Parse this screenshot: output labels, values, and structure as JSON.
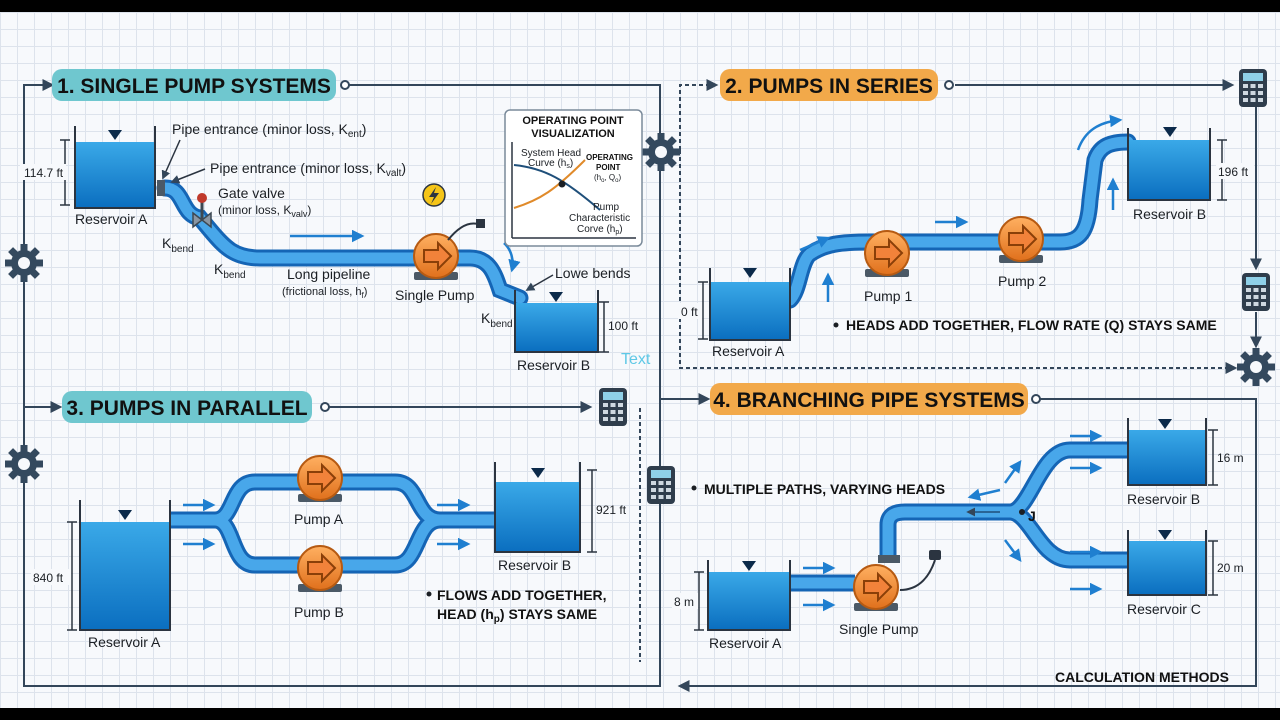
{
  "sections": {
    "s1": {
      "title": "1. SINGLE PUMP SYSTEMS",
      "color": "#6fc7cf"
    },
    "s2": {
      "title": "2. PUMPS IN SERIES",
      "color": "#f2a94a"
    },
    "s3": {
      "title": "3. PUMPS IN PARALLEL",
      "color": "#6fc7cf"
    },
    "s4": {
      "title": "4. BRANCHING PIPE SYSTEMS",
      "color": "#f2a94a"
    }
  },
  "single": {
    "reservoir_a": "Reservoir A",
    "height_a": "114.7 ft",
    "entrance1": "Pipe entrance (minor loss, K",
    "entrance1_sub": "ent",
    "entrance1_end": ")",
    "entrance2": "Pipe entrance (minor loss, K",
    "entrance2_sub": "valt",
    "entrance2_end": ")",
    "gate_valve": "Gate valve",
    "gate_loss": "(minor loss, K",
    "gate_loss_sub": "valv",
    "gate_loss_end": ")",
    "kbend": "K",
    "kbend_sub": "bend",
    "pipeline": "Long pipeline",
    "pipeline_loss": "(frictional loss, h",
    "pipeline_loss_sub": "f",
    "pipeline_loss_end": ")",
    "pump": "Single Pump",
    "lowe_bends": "Lowe bends",
    "reservoir_b": "Reservoir B",
    "height_b": "100 ft",
    "stray_text": "Text"
  },
  "op_point": {
    "title1": "OPERATING POINT",
    "title2": "VISUALIZATION",
    "system_head1": "System Head",
    "system_head2": "Curve (h",
    "system_head_sub": "s",
    "system_head_end": ")",
    "point1": "OPERATING",
    "point2": "POINT",
    "point3": "(h",
    "point3_sub1": "o",
    "point3_mid": ", Q",
    "point3_sub2": "o",
    "point3_end": ")",
    "pump1": "Pump",
    "pump2": "Characteristic",
    "pump3": "Corve (h",
    "pump3_sub": "p",
    "pump3_end": ")"
  },
  "series": {
    "reservoir_a": "Reservoir A",
    "height_a": "0 ft",
    "pump1": "Pump 1",
    "pump2": "Pump 2",
    "reservoir_b": "Reservoir B",
    "height_b": "196 ft",
    "note": "HEADS ADD TOGETHER, FLOW RATE (Q) STAYS SAME"
  },
  "parallel": {
    "reservoir_a": "Reservoir A",
    "height_a": "840 ft",
    "pump_a": "Pump A",
    "pump_b": "Pump B",
    "reservoir_b": "Reservoir B",
    "height_b": "921 ft",
    "note1": "FLOWS ADD TOGETHER,",
    "note2a": "HEAD (h",
    "note2_sub": "p",
    "note2b": ") STAYS SAME"
  },
  "branching": {
    "note": "MULTIPLE PATHS, VARYING HEADS",
    "reservoir_a": "Reservoir A",
    "height_a": "8 m",
    "pump": "Single Pump",
    "junction": "J",
    "reservoir_b": "Reservoir B",
    "height_b": "16 m",
    "reservoir_c": "Reservoir C",
    "height_c": "20 m",
    "footer": "CALCULATION METHODS"
  }
}
